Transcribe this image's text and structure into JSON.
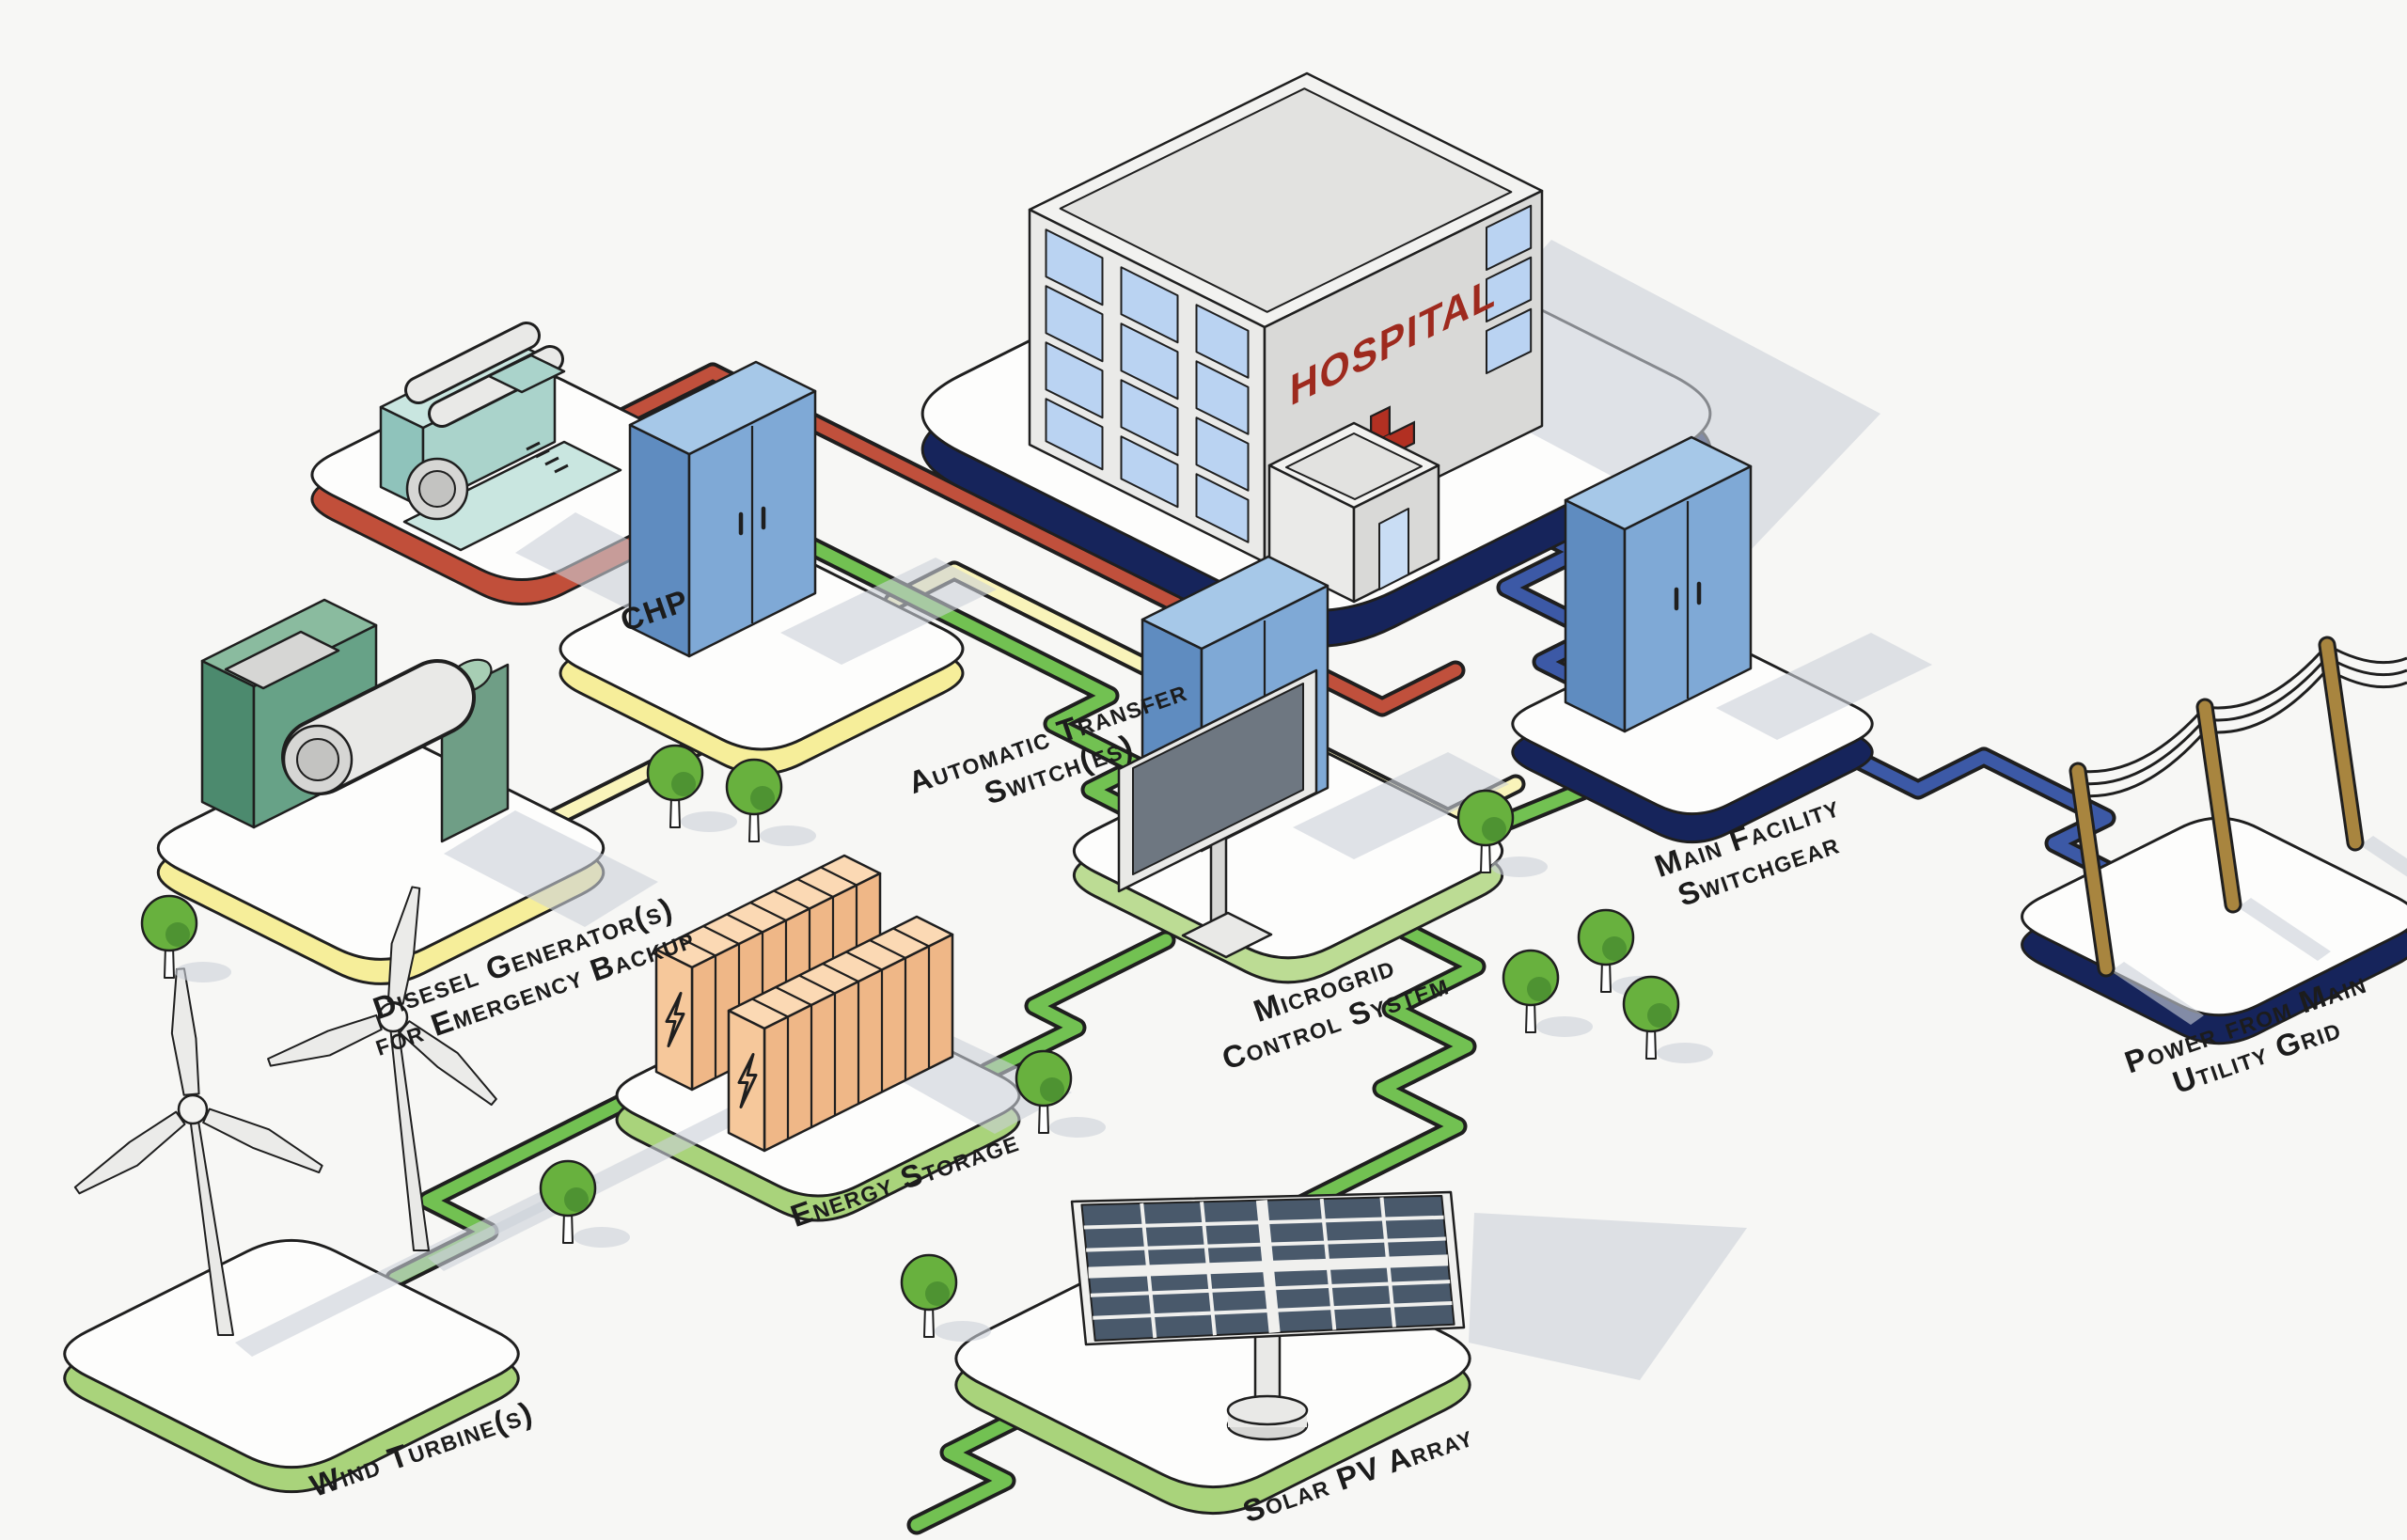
{
  "diagram": {
    "hospital_sign": "HOSPITAL",
    "labels": {
      "chp": {
        "lines": [
          "CHP"
        ]
      },
      "ats": {
        "lines": [
          "Automatic Transfer",
          "Switch(es)"
        ]
      },
      "diesel": {
        "lines": [
          "Disesel Generator(s)",
          "for Emergency Backup"
        ]
      },
      "wind": {
        "lines": [
          "Wind Turbine(s)"
        ]
      },
      "storage": {
        "lines": [
          "Energy Storage"
        ]
      },
      "solar": {
        "lines": [
          "Solar PV Array"
        ]
      },
      "microgrid": {
        "lines": [
          "Microgrid",
          "Control System"
        ]
      },
      "switchgear": {
        "lines": [
          "Main Facility",
          "Switchgear"
        ]
      },
      "utility": {
        "lines": [
          "Power from Main",
          "Utility Grid"
        ]
      }
    },
    "nodes": [
      {
        "id": "hospital",
        "label": "HOSPITAL",
        "platform_edge": "navy"
      },
      {
        "id": "chp",
        "label": "CHP",
        "platform_edge": "red"
      },
      {
        "id": "ats",
        "label": "Automatic Transfer Switch(es)",
        "platform_edge": "yellow"
      },
      {
        "id": "diesel",
        "label": "Disesel Generator(s) for Emergency Backup",
        "platform_edge": "yellow"
      },
      {
        "id": "switchgear",
        "label": "Main Facility Switchgear",
        "platform_edge": "navy"
      },
      {
        "id": "utility",
        "label": "Power from Main Utility Grid",
        "platform_edge": "navy"
      },
      {
        "id": "microgrid",
        "label": "Microgrid Control System",
        "platform_edge": "green"
      },
      {
        "id": "storage",
        "label": "Energy Storage",
        "platform_edge": "green"
      },
      {
        "id": "wind",
        "label": "Wind Turbine(s)",
        "platform_edge": "green"
      },
      {
        "id": "solar",
        "label": "Solar PV Array",
        "platform_edge": "green"
      }
    ],
    "connections": [
      {
        "from": "CHP",
        "to": "Hospital",
        "color": "red"
      },
      {
        "from": "Diesel Generator(s)",
        "to": "Automatic Transfer Switch(es)",
        "color": "yellow"
      },
      {
        "from": "Automatic Transfer Switch(es)",
        "to": "Hospital",
        "color": "yellow"
      },
      {
        "from": "Hospital",
        "to": "Main Facility Switchgear",
        "color": "blue"
      },
      {
        "from": "Main Facility Switchgear",
        "to": "Power from Main Utility Grid",
        "color": "blue"
      },
      {
        "from": "CHP",
        "to": "Microgrid Control System",
        "color": "green"
      },
      {
        "from": "Wind Turbine(s)",
        "to": "Energy Storage",
        "color": "green"
      },
      {
        "from": "Energy Storage",
        "to": "Microgrid Control System",
        "color": "green"
      },
      {
        "from": "Solar PV Array",
        "to": "Microgrid Control System",
        "color": "green"
      },
      {
        "from": "Microgrid Control System",
        "to": "Main Facility Switchgear",
        "color": "green"
      }
    ],
    "colors": {
      "background": "#f7f7f5",
      "outline": "#1f1f1f",
      "platform_top": "#fdfdfc",
      "side_navy": "#16245b",
      "side_red": "#c14f3a",
      "side_yellow": "#f6ee9a",
      "side_green": "#a9d37b",
      "side_green_light": "#bcdc94",
      "wire_red": "#c0503c",
      "wire_yellow": "#f9f4ba",
      "wire_green": "#72c152",
      "wire_blue": "#3c59a6",
      "cabinet_left": "#5f8cc0",
      "cabinet_right": "#7fa9d6",
      "cabinet_top": "#a6c8e8",
      "wall_left": "#eaeae8",
      "wall_right": "#d9d9d7",
      "roof": "#f2f2f0",
      "roof_inner": "#e2e2e0",
      "window": "#bad3f2",
      "sign_red": "#9e2a1e",
      "cross_red": "#b23022",
      "battery_front": "#f6c89b",
      "battery_side": "#efb787",
      "battery_top": "#fbd9b4",
      "solar_cell": "#49596b",
      "solar_frame": "#f0f0ee",
      "machine_teal_l": "#8fc3bb",
      "machine_teal_r": "#aad3cb",
      "mach_teal_t": "#c9e6e0",
      "gen_green_l": "#4c8a6e",
      "gen_green_r": "#67a287",
      "gen_green_t": "#8abb9f",
      "gen_panel": "#6f9e86",
      "gen_cyl": "#a7ceb4",
      "metal_light": "#e9e9e7",
      "metal_mid": "#d6d6d4",
      "metal_dark": "#c3c3c1",
      "tree_green": "#68b13e",
      "tree_dark": "#4e9332",
      "pole_brown": "#a8853f",
      "shadow": "#ccd0d8",
      "screen": "#6e7781",
      "door_glass": "#c9ddf4"
    }
  }
}
